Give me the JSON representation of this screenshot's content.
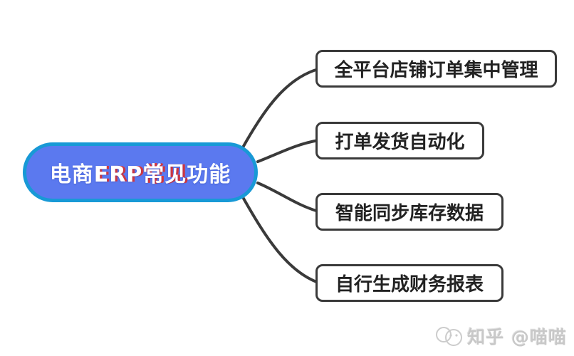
{
  "diagram": {
    "type": "mindmap",
    "root": {
      "label": "电商ERP常见功能",
      "fill": "#5b79ef",
      "border_color": "#1899d6",
      "text_color": "#ffffff"
    },
    "branches": [
      {
        "label": "全平台店铺订单集中管理"
      },
      {
        "label": "打单发货自动化"
      },
      {
        "label": "智能同步库存数据"
      },
      {
        "label": "自行生成财务报表"
      }
    ],
    "branch_style": {
      "fill": "#ffffff",
      "border_color": "#3a3a3a",
      "text_color": "#222222"
    },
    "connector_color": "#3a3a3a"
  },
  "watermarks": {
    "red_overlay_text": "ERP常见",
    "red_color": "#e2302c",
    "bottom_right_text": "知乎 @喵喵",
    "gray_color": "#c8c8c8"
  }
}
